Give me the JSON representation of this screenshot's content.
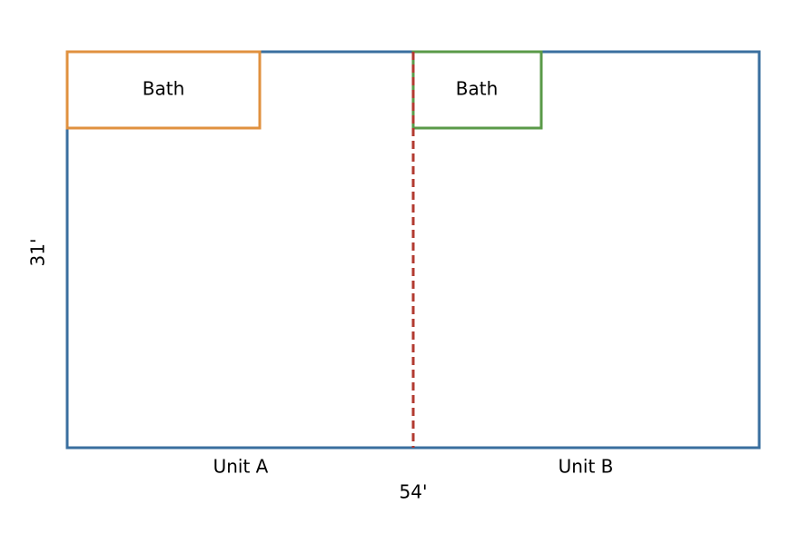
{
  "plan": {
    "overall_width": "54'",
    "overall_depth": "31'",
    "units": [
      {
        "label": "Unit A"
      },
      {
        "label": "Unit B"
      }
    ],
    "rooms": [
      {
        "label": "Bath",
        "unit": "Unit A"
      },
      {
        "label": "Bath",
        "unit": "Unit B"
      }
    ],
    "colors": {
      "outline": "#3a6f9f",
      "bath_unit_a": "#e0913f",
      "bath_unit_b": "#5a9a48",
      "party_wall": "#b23a30"
    }
  }
}
